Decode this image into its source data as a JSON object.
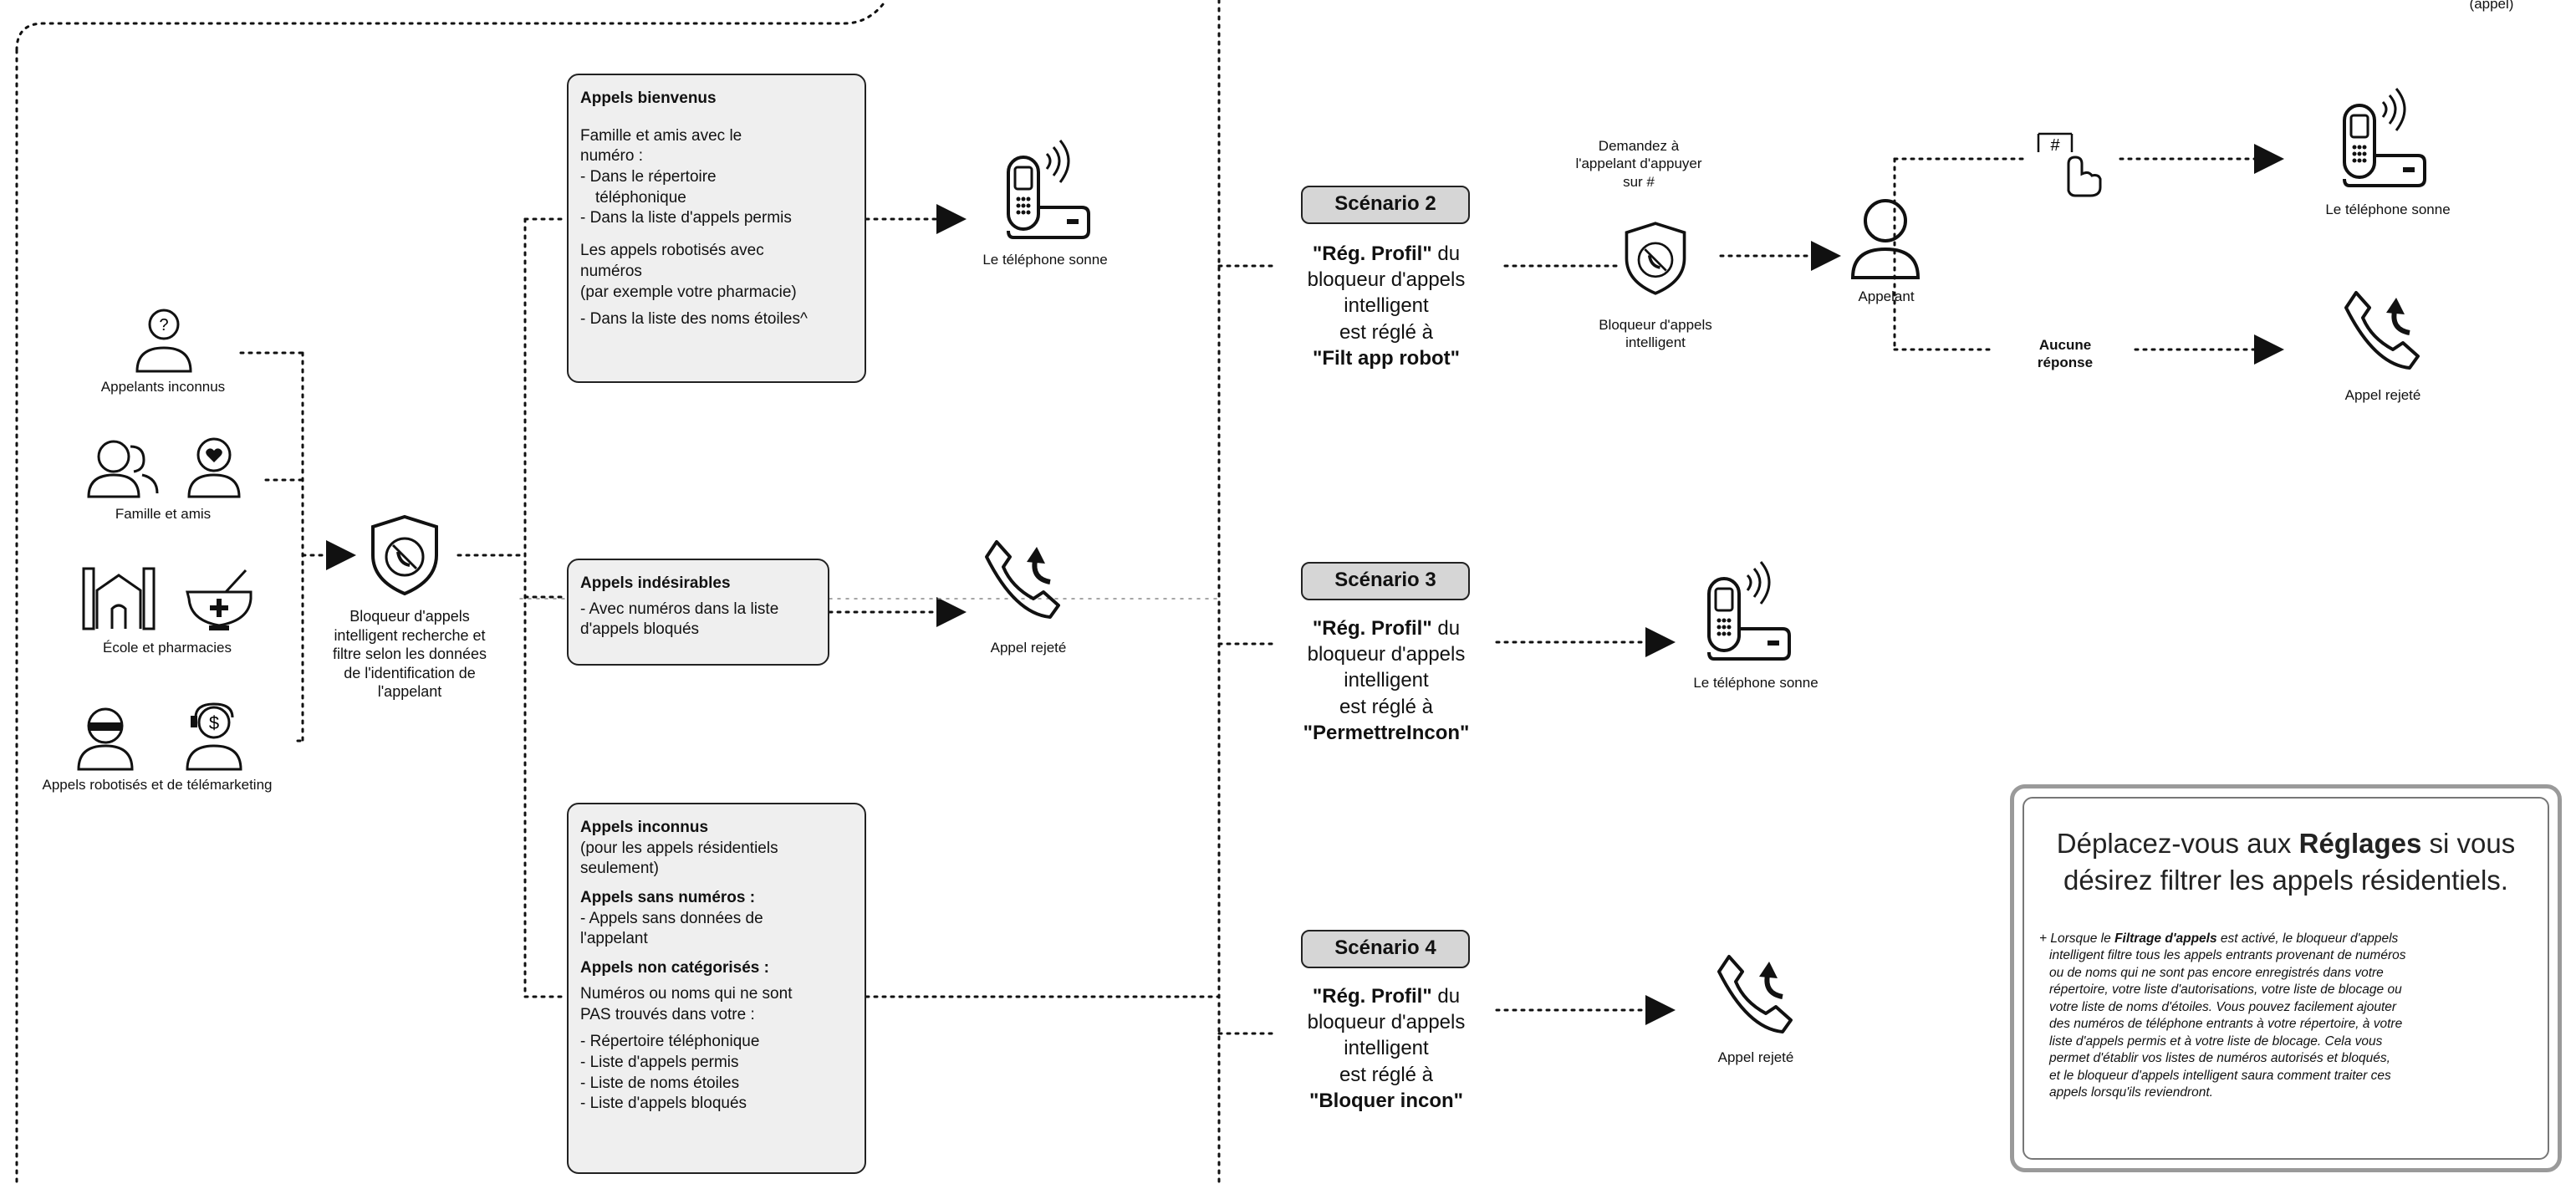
{
  "sources": {
    "unknown": "Appelants inconnus",
    "family": "Famille et amis",
    "school": "École et pharmacies",
    "robo": "Appels robotisés et de télémarketing"
  },
  "blocker_left": {
    "lines": [
      "Bloqueur d'appels",
      "intelligent recherche et",
      "filtre  selon les données",
      "de l'identification de",
      "l'appelant"
    ]
  },
  "box_welcome": {
    "title": "Appels bienvenus",
    "lines": [
      "Famille et amis avec le",
      "numéro :",
      "- Dans le répertoire",
      "   téléphonique",
      "- Dans la liste d'appels permis"
    ],
    "lines2": [
      "Les appels robotisés avec",
      "numéros",
      "(par exemple votre pharmacie)",
      "- Dans la liste des noms étoiles^"
    ]
  },
  "box_unwanted": {
    "title": "Appels indésirables",
    "lines": [
      "- Avec numéros dans la liste",
      "d'appels bloqués"
    ]
  },
  "box_unknown": {
    "title": "Appels inconnus",
    "lines": [
      "(pour les appels résidentiels",
      "seulement)"
    ],
    "title2": "Appels sans numéros :",
    "lines2": [
      "- Appels sans données de",
      "l'appelant"
    ],
    "title3": "Appels non catégorisés :",
    "lines3": [
      "Numéros ou noms qui ne sont",
      "PAS trouvés dans votre :"
    ],
    "lines4": [
      "- Répertoire téléphonique",
      "- Liste d'appels permis",
      "- Liste de noms étoiles",
      "- Liste d'appels bloqués"
    ]
  },
  "outcomes": {
    "rings": "Le téléphone sonne",
    "rejected": "Appel rejeté"
  },
  "scenario2": {
    "label": "Scénario 2",
    "l1": "\"Rég. Profil\"",
    "l1b": " du",
    "l2": "bloqueur d'appels",
    "l3": "intelligent",
    "l4": "est réglé à",
    "l5": "\"Filt app robot\"",
    "ask": [
      "Demandez à",
      "l'appelant d'appuyer",
      "sur #"
    ],
    "blocker": [
      "Bloqueur d'appels",
      "intelligent"
    ],
    "caller": "Appelant",
    "noanswer": [
      "Aucune",
      "réponse"
    ],
    "hash": "#"
  },
  "scenario3": {
    "label": "Scénario 3",
    "l1": "\"Rég. Profil\"",
    "l1b": " du",
    "l2": "bloqueur d'appels",
    "l3": "intelligent",
    "l4": "est réglé à",
    "l5": "\"PermettreIncon\""
  },
  "scenario4": {
    "label": "Scénario 4",
    "l1": "\"Rég. Profil\"",
    "l1b": " du",
    "l2": "bloqueur d'appels",
    "l3": "intelligent",
    "l4": "est réglé à",
    "l5": "\"Bloquer incon\""
  },
  "note": {
    "h1": "Déplacez-vous aux ",
    "h1b": "Réglages",
    "h1c": " si vous",
    "h2": "désirez filtrer les appels résidentiels.",
    "p1": "+ Lorsque le ",
    "p1b": "Filtrage d'appels",
    "p1c": " est activé, le bloqueur d'appels",
    "lines": [
      "intelligent filtre tous les appels entrants provenant de numéros",
      "ou de noms qui ne sont pas encore enregistrés dans votre",
      "répertoire, votre liste d'autorisations, votre liste de blocage ou",
      "votre liste de noms d'étoiles. Vous pouvez facilement ajouter",
      "des numéros de téléphone entrants à votre répertoire, à votre",
      "liste d'appels permis et à votre liste de blocage. Cela vous",
      "permet d'établir vos listes de numéros autorisés et bloqués,",
      "et le bloqueur d'appels intelligent saura comment traiter ces",
      "appels lorsqu'ils reviendront."
    ]
  },
  "top_right_fragment": "(appel)"
}
